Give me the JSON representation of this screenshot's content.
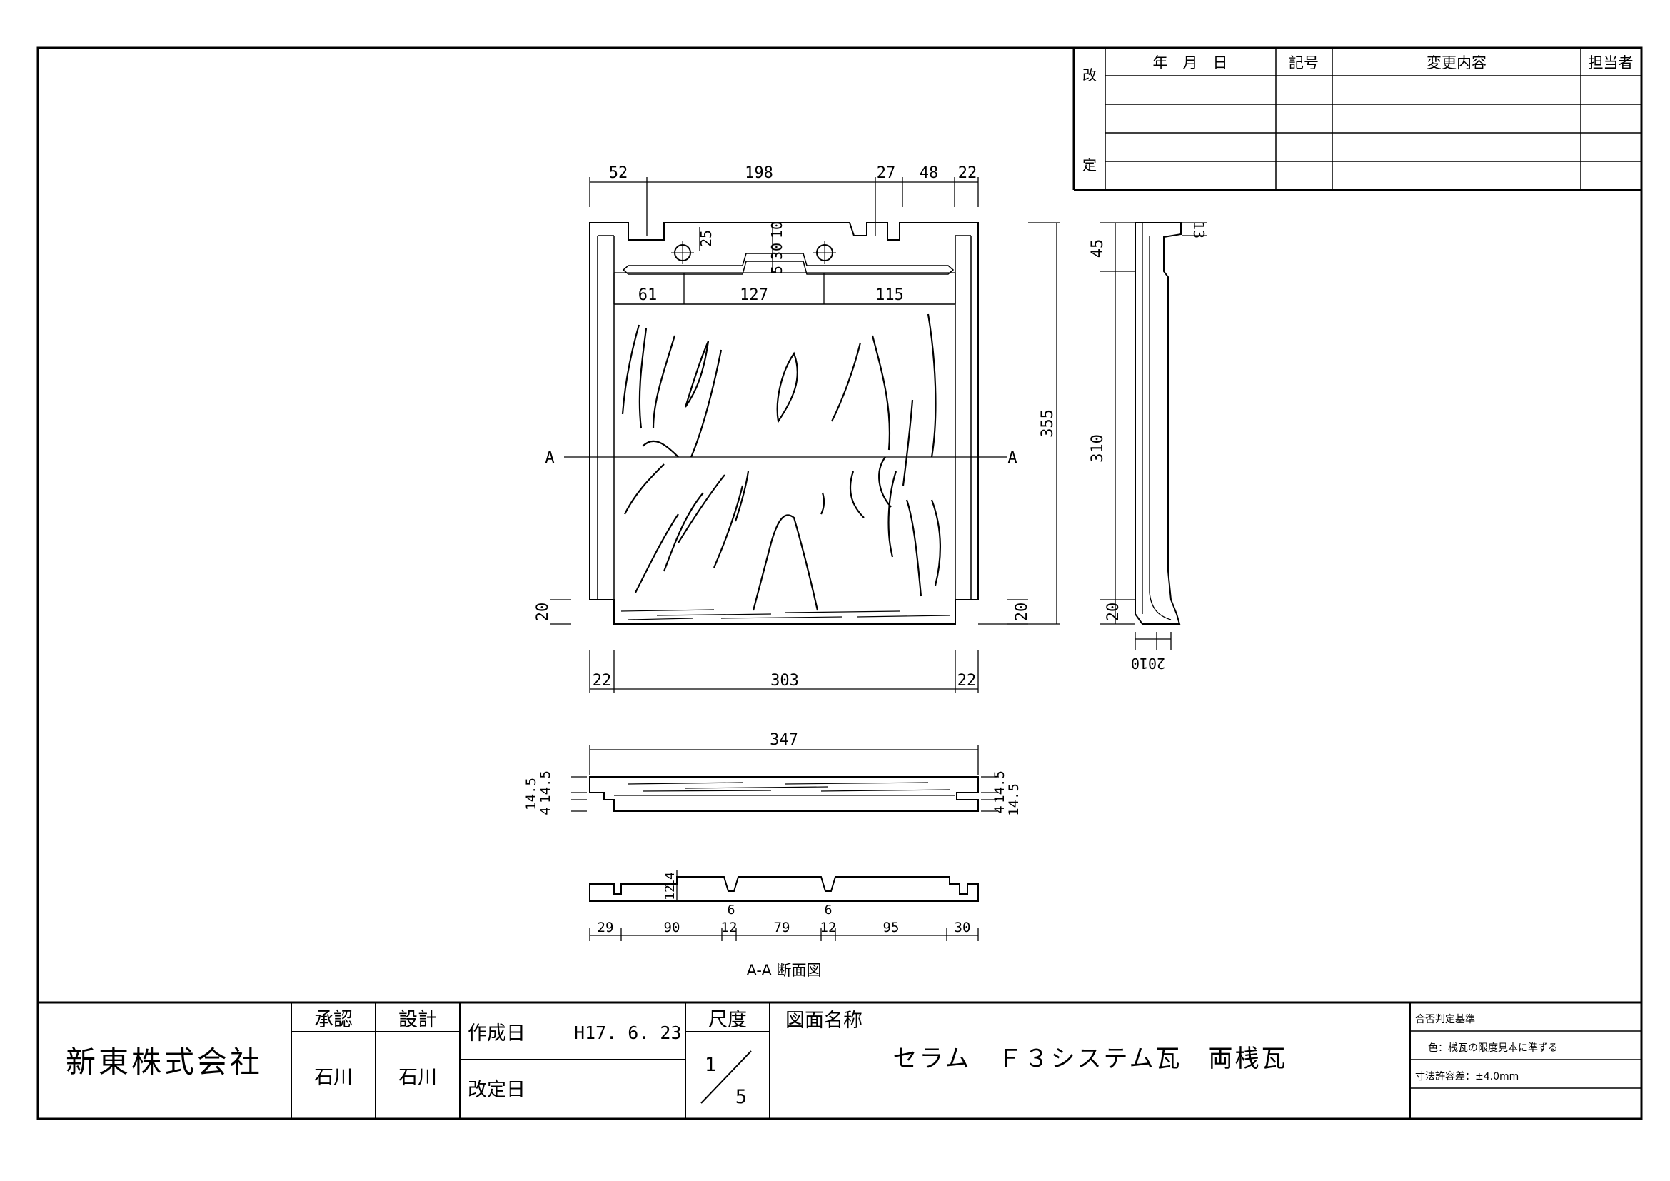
{
  "revision_table": {
    "side_labels": [
      "改",
      "定"
    ],
    "headers": {
      "date": "年　月　日",
      "code": "記号",
      "content": "変更内容",
      "person": "担当者"
    }
  },
  "drawing": {
    "top_dims": [
      "52",
      "198",
      "27",
      "48",
      "22"
    ],
    "inner_dims": [
      "61",
      "127",
      "115"
    ],
    "hole_dims": [
      "25",
      "10",
      "30",
      "5"
    ],
    "height_total": "355",
    "side_lower": "20",
    "bottom_dims": [
      "22",
      "303",
      "22"
    ],
    "section_label": "A",
    "side_view_dims": [
      "45",
      "310",
      "13",
      "20",
      "20",
      "10"
    ],
    "length_total": "347",
    "thickness_dims": [
      "14.5",
      "14.5",
      "4",
      "4",
      "14.5",
      "14.5"
    ],
    "profile_dims": [
      "12",
      "14",
      "6",
      "6"
    ],
    "profile_bottom_dims": [
      "29",
      "90",
      "12",
      "79",
      "12",
      "95",
      "30"
    ],
    "section_caption": "A-A 断面図"
  },
  "title_block": {
    "company": "新東株式会社",
    "approval_label": "承認",
    "approval_name": "石川",
    "design_label": "設計",
    "design_name": "石川",
    "created_label": "作成日",
    "created_date": "H17. 6. 23",
    "revised_label": "改定日",
    "scale_label": "尺度",
    "scale_num": "1",
    "scale_den": "5",
    "drawing_name_label": "図面名称",
    "drawing_name": "セラム　Ｆ３システム瓦　両桟瓦",
    "criteria_title": "合否判定基準",
    "criteria_color": "色：桟瓦の限度見本に準ずる",
    "criteria_tolerance": "寸法許容差：±4.0mm"
  }
}
